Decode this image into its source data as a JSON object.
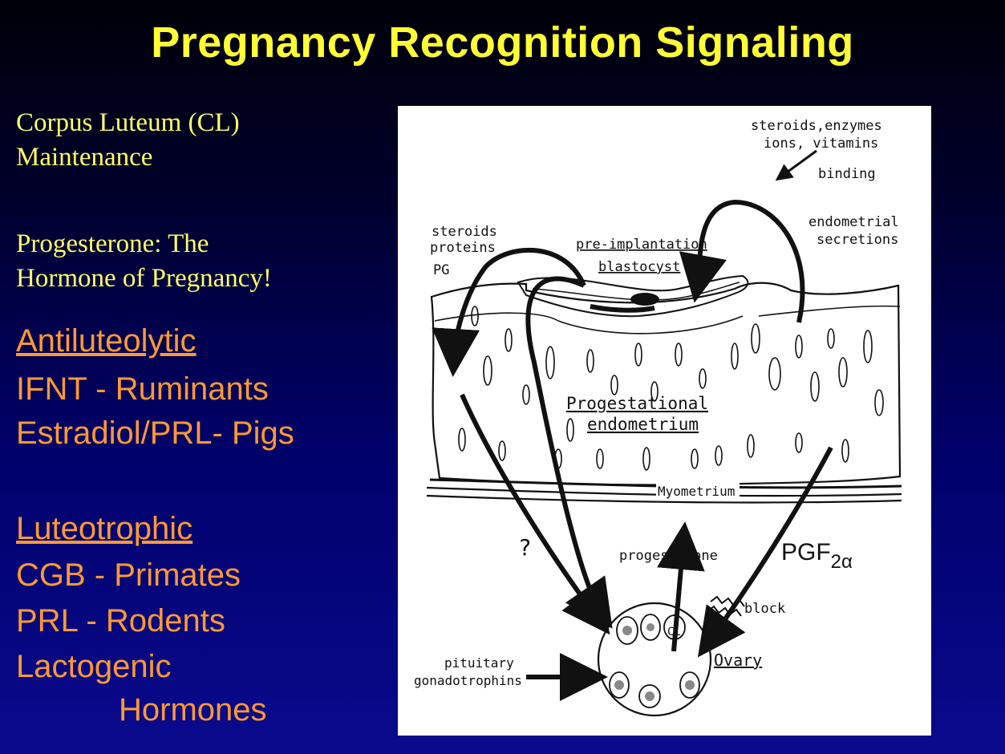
{
  "title": "Pregnancy Recognition Signaling",
  "left": {
    "cl_line1": "Corpus Luteum (CL)",
    "cl_line2": "Maintenance",
    "prog_line1": "Progesterone: The",
    "prog_line2": "Hormone of Pregnancy!",
    "antiluteolytic": {
      "heading": "Antiluteolytic",
      "items": [
        "IFNT - Ruminants",
        "Estradiol/PRL- Pigs"
      ]
    },
    "luteotrophic": {
      "heading": "Luteotrophic",
      "items": [
        "CGB - Primates",
        "PRL - Rodents",
        "Lactogenic",
        "Hormones"
      ]
    }
  },
  "diagram": {
    "steroids_enzymes": "steroids,enzymes",
    "ions_vitamins": "ions, vitamins",
    "binding": "binding",
    "endometrial": "endometrial",
    "secretions": "secretions",
    "steroids": "steroids",
    "proteins": "proteins",
    "pg": "PG",
    "pre_implantation": "pre-implantation",
    "blastocyst": "blastocyst",
    "progestational": "Progestational",
    "endometrium": "endometrium",
    "myometrium": "Myometrium",
    "question": "?",
    "progesterone": "progesterone",
    "pgf_main": "PGF",
    "pgf_sub": "2α",
    "block": "block",
    "pituitary": "pituitary",
    "gonadotrophins": "gonadotrophins",
    "cl": "CL",
    "ovary": "Ovary"
  }
}
